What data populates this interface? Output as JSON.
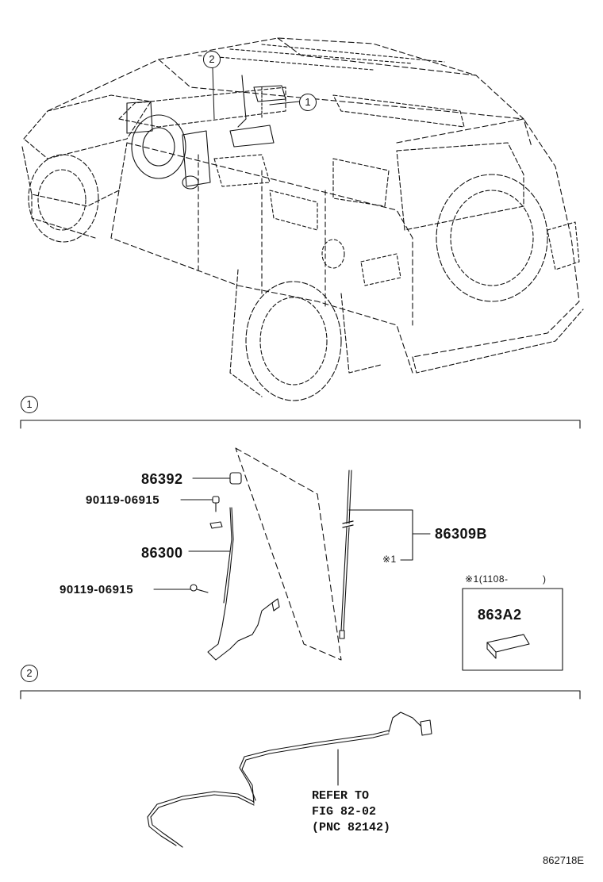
{
  "callouts": {
    "top_one": "1",
    "top_two": "2",
    "section_one": "1",
    "section_two": "2"
  },
  "parts": {
    "p86392": "86392",
    "p9011906915_a": "90119-06915",
    "p86300": "86300",
    "p9011906915_b": "90119-06915",
    "p86309B": "86309B",
    "p863A2": "863A2"
  },
  "notes": {
    "star_one": "※1",
    "star_one_date": "※1(1108-",
    "star_one_close": ")"
  },
  "refer": {
    "line1": "REFER TO",
    "line2": "FIG 82-02",
    "line3": "(PNC 82142)"
  },
  "figure_number": "862718E"
}
